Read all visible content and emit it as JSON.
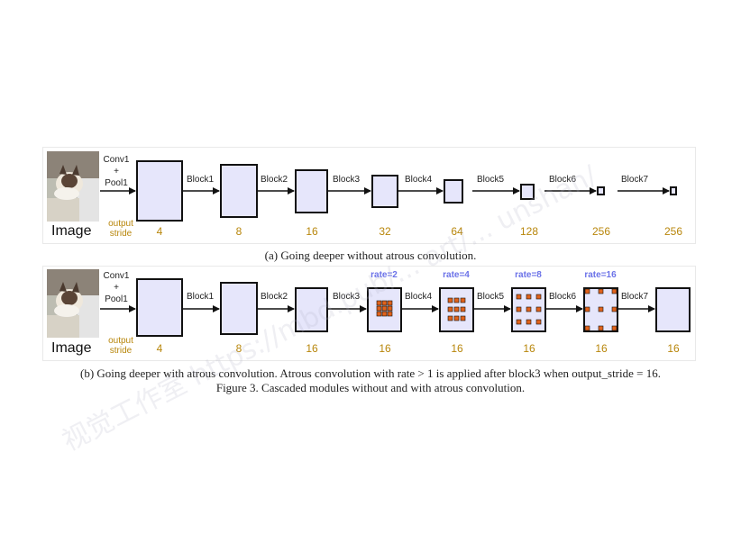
{
  "panel_a": {
    "input_label": "Image",
    "conv_lines": [
      "Conv1",
      "+",
      "Pool1"
    ],
    "output_stride_label": "output stride",
    "blocks": [
      "Block1",
      "Block2",
      "Block3",
      "Block4",
      "Block5",
      "Block6",
      "Block7"
    ],
    "strides": [
      "4",
      "8",
      "16",
      "32",
      "64",
      "128",
      "256",
      "256"
    ],
    "caption": "(a) Going deeper without atrous convolution."
  },
  "panel_b": {
    "input_label": "Image",
    "conv_lines": [
      "Conv1",
      "+",
      "Pool1"
    ],
    "output_stride_label": "output stride",
    "blocks": [
      "Block1",
      "Block2",
      "Block3",
      "Block4",
      "Block5",
      "Block6",
      "Block7"
    ],
    "rates": [
      "rate=2",
      "rate=4",
      "rate=8",
      "rate=16"
    ],
    "strides": [
      "4",
      "8",
      "16",
      "16",
      "16",
      "16",
      "16",
      "16"
    ],
    "caption": "(b) Going deeper with atrous convolution. Atrous convolution with rate > 1 is applied after block3 when output_stride = 16."
  },
  "figure_caption": "Figure 3. Cascaded modules without and with atrous convolution.",
  "watermark": "视觉工作室 https://mbd.pub/... art/... unshan/",
  "colors": {
    "box_fill": "#e6e6fb",
    "box_stroke": "#111111",
    "stride_text": "#b8860b",
    "rate_text": "#6b72e8",
    "atrous_dot": "#e0621c"
  }
}
